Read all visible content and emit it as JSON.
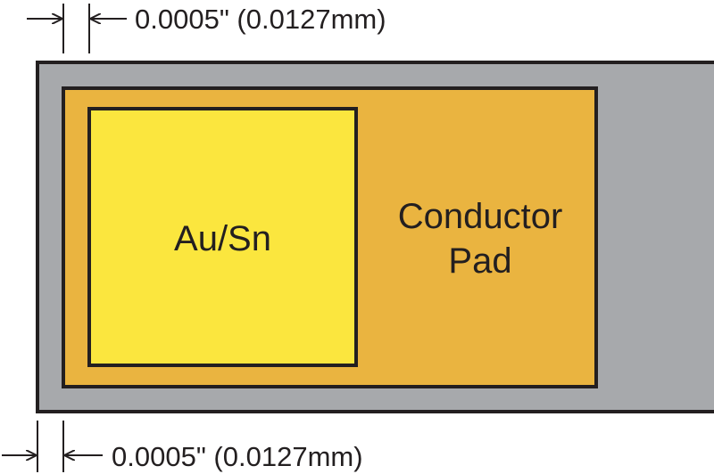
{
  "colors": {
    "substrate": "#a7a9ac",
    "conductor_pad": "#eab440",
    "au_sn": "#fbe63e",
    "outline": "#231f20",
    "background": "#ffffff"
  },
  "labels": {
    "au_sn": "Au/Sn",
    "conductor_pad": [
      "Conductor",
      "Pad"
    ]
  },
  "dimensions": {
    "top": "0.0005\" (0.0127mm)",
    "bottom": "0.0005\" (0.0127mm)"
  }
}
